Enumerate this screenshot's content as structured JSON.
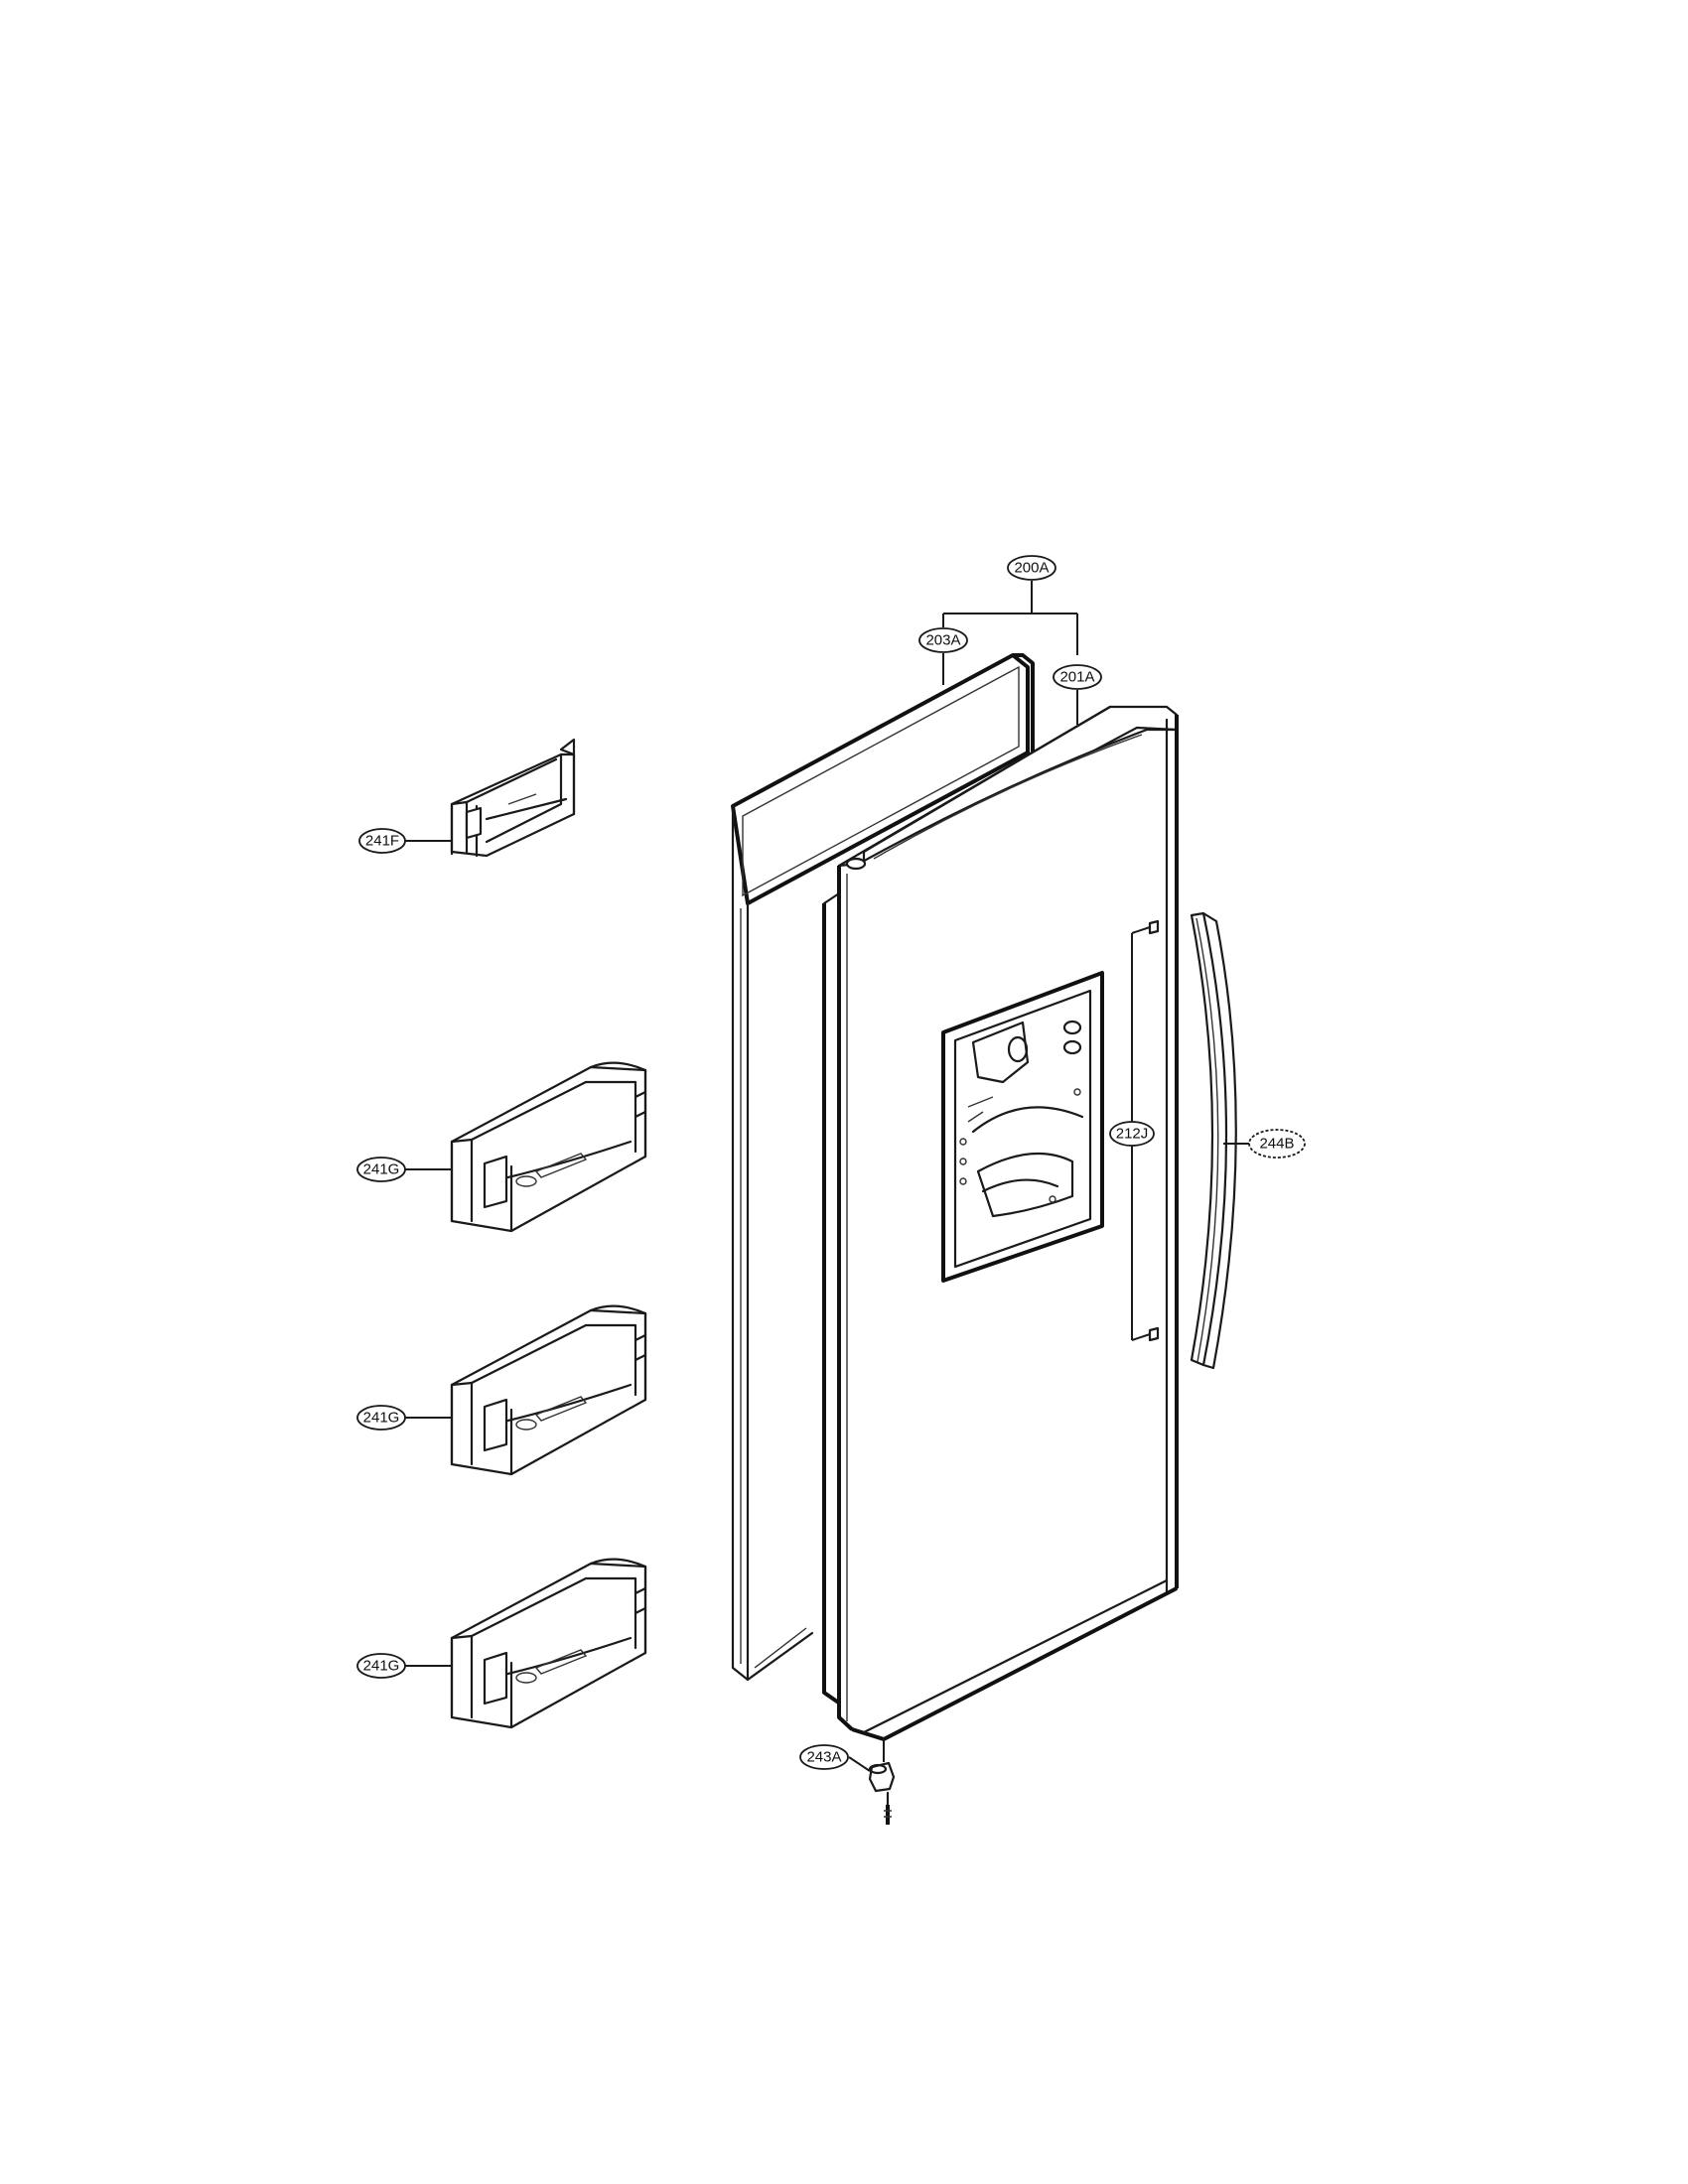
{
  "callouts": {
    "assembly": "200A",
    "gasket": "203A",
    "door_foam": "201A",
    "dispenser_cover": "212J",
    "handle": "244B",
    "small_basket": "241F",
    "basket_1": "241G",
    "basket_2": "241G",
    "basket_3": "241G",
    "hinge": "243A"
  },
  "colors": {
    "line": "#1a1a1a",
    "background": "#ffffff"
  },
  "icons": {
    "screw": "screw-icon",
    "hinge": "hinge-icon"
  }
}
